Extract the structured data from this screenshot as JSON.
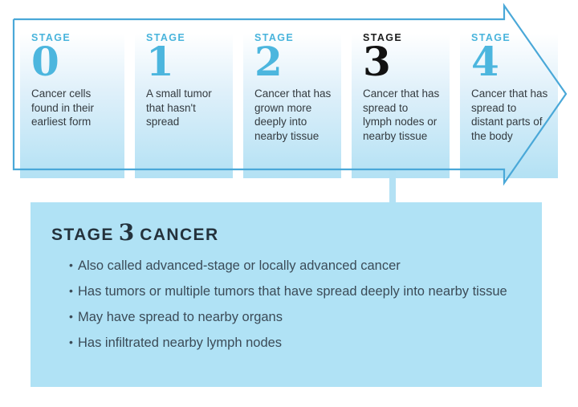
{
  "colors": {
    "arrow_outline": "#4aa8d8",
    "card_gradient_top": "#ffffff",
    "card_gradient_bottom": "#b3e1f4",
    "stage_accent_blue": "#4cb6de",
    "callout_background": "#b0e2f5",
    "body_text": "#333a3f",
    "callout_text": "#3b4b57",
    "callout_title_text": "#24323c",
    "active_stage_text": "#121212"
  },
  "stages": [
    {
      "label": "STAGE",
      "number": "0",
      "description": "Cancer cells found in their earliest form",
      "active": false
    },
    {
      "label": "STAGE",
      "number": "1",
      "description": "A small tumor that hasn't spread",
      "active": false
    },
    {
      "label": "STAGE",
      "number": "2",
      "description": "Cancer that has grown more deeply into nearby tissue",
      "active": false
    },
    {
      "label": "STAGE",
      "number": "3",
      "description": "Cancer that has spread to lymph nodes or nearby tissue",
      "active": true
    },
    {
      "label": "STAGE",
      "number": "4",
      "description": "Cancer that has spread to distant parts of the body",
      "active": false
    }
  ],
  "callout": {
    "title_prefix": "STAGE",
    "title_number": "3",
    "title_suffix": "CANCER",
    "bullets": [
      "Also called advanced-stage or locally advanced cancer",
      "Has tumors or multiple tumors that have spread deeply into nearby tissue",
      "May have spread to nearby organs",
      "Has infiltrated nearby lymph nodes"
    ]
  }
}
